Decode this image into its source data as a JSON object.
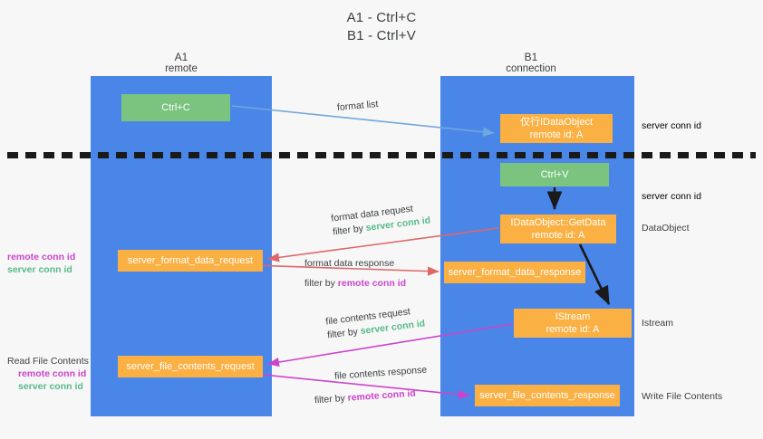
{
  "title": {
    "line1": "A1 - Ctrl+C",
    "line2": "B1 - Ctrl+V"
  },
  "columns": {
    "left": {
      "name": "A1",
      "role": "remote"
    },
    "right": {
      "name": "B1",
      "role": "connection"
    }
  },
  "boxes": {
    "ctrl_c": {
      "label": "Ctrl+C",
      "color": "#7bc47f"
    },
    "data_object": {
      "label": "仅行IDataObject",
      "sub": "remote id: A",
      "color": "#fbb043"
    },
    "ctrl_v": {
      "label": "Ctrl+V",
      "color": "#7bc47f"
    },
    "get_data": {
      "label": "IDataObject::GetData",
      "sub": "remote id: A",
      "color": "#fbb043"
    },
    "istream": {
      "label": "IStream",
      "sub": "remote id: A",
      "color": "#fbb043"
    },
    "format_data_request": {
      "label": "server_format_data_request",
      "color": "#fbb043"
    },
    "format_data_response": {
      "label": "server_format_data_response",
      "color": "#fbb043"
    },
    "file_contents_request": {
      "label": "server_file_contents_request",
      "color": "#fbb043"
    },
    "file_contents_response": {
      "label": "server_file_contents_response",
      "color": "#fbb043"
    }
  },
  "edge_labels": {
    "format_list": {
      "text": "format list"
    },
    "format_data_request": {
      "line1": "format data request",
      "filter_prefix": "filter by ",
      "filter_value": "server conn id"
    },
    "format_data_response": {
      "line1": "format data response",
      "filter_prefix": "filter by ",
      "filter_value": "remote conn id"
    },
    "file_contents_request": {
      "line1": "file contents request",
      "filter_prefix": "filter by ",
      "filter_value": "server conn id"
    },
    "file_contents_response": {
      "line1": "file contents response",
      "filter_prefix": "filter by ",
      "filter_value": "remote conn id"
    }
  },
  "side_labels": {
    "left_format": {
      "remote": "remote conn id",
      "server": "server conn id"
    },
    "left_file": {
      "heading": "Read File Contents",
      "remote": "remote conn id",
      "server": "server conn id"
    },
    "right_1": "server conn id",
    "right_2": "server conn id",
    "right_3": "DataObject",
    "right_4": "Istream",
    "right_5": "Write File Contents"
  },
  "colors": {
    "lane": "#4a86e8",
    "green_box": "#7bc47f",
    "orange_box": "#fbb043",
    "server_conn_id": "#57bb8a",
    "remote_conn_id": "#cc44cc",
    "arrow_blue": "#6fa8dc",
    "arrow_red": "#e06666",
    "arrow_magenta": "#cc44cc",
    "arrow_black": "#1a1a1a",
    "background": "#f7f7f7"
  }
}
